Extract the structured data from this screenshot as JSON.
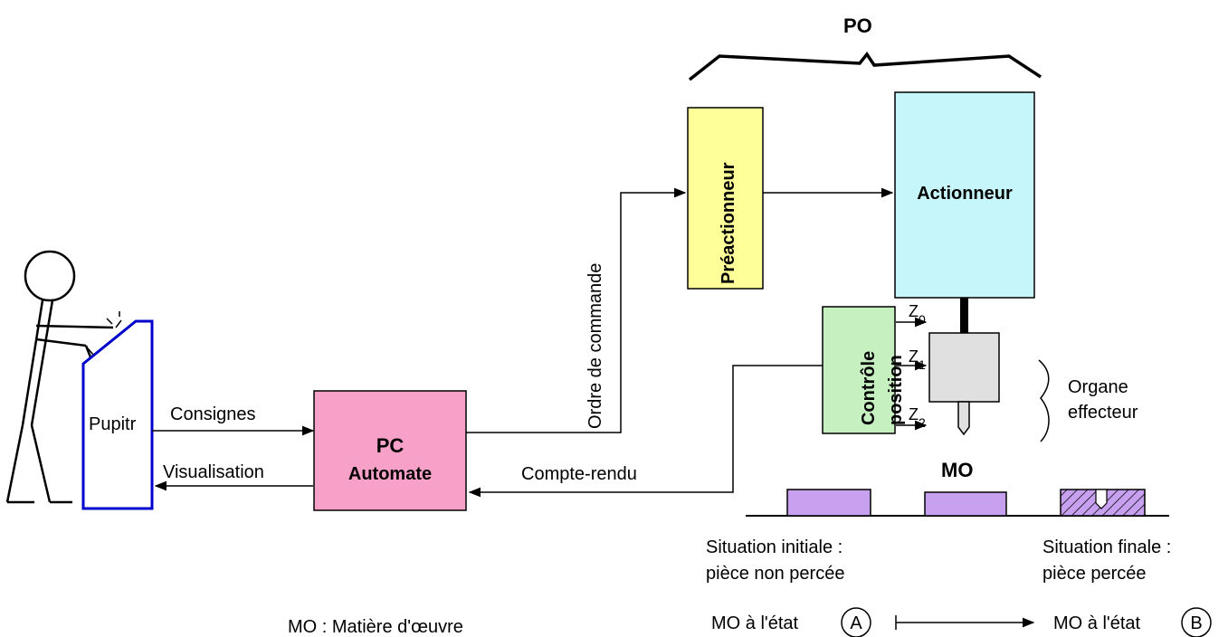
{
  "labels": {
    "po": "PO",
    "pupitre": "Pupitr",
    "consignes": "Consignes",
    "visualisation": "Visualisation",
    "pc_line1": "PC",
    "pc_line2": "Automate",
    "ordre": "Ordre de commande",
    "compte_rendu": "Compte-rendu",
    "preactionneur": "Préactionneur",
    "actionneur": "Actionneur",
    "controle": "Contrôle",
    "position": "position",
    "z0": "Z",
    "z0_sub": "0",
    "z1": "Z",
    "z1_sub": "1",
    "z2": "Z",
    "z2_sub": "2",
    "organe_line1": "Organe",
    "organe_line2": "effecteur",
    "mo": "MO",
    "sit_init_line1": "Situation initiale :",
    "sit_init_line2": "pièce non percée",
    "sit_final_line1": "Situation finale :",
    "sit_final_line2": "pièce percée",
    "mo_legend": "MO : Matière d'œuvre",
    "mo_state_a": "MO à l'état",
    "state_a": "A",
    "mo_state_b": "MO à l'état",
    "state_b": "B"
  },
  "colors": {
    "pc_box": "#f7a0c8",
    "preactionneur_box": "#ffff99",
    "actionneur_box": "#c6f5fa",
    "controle_box": "#c6f0c0",
    "piece": "#c8a0f0",
    "pupitre_outline": "#0000cc",
    "effecteur": "#e0e0e0"
  }
}
